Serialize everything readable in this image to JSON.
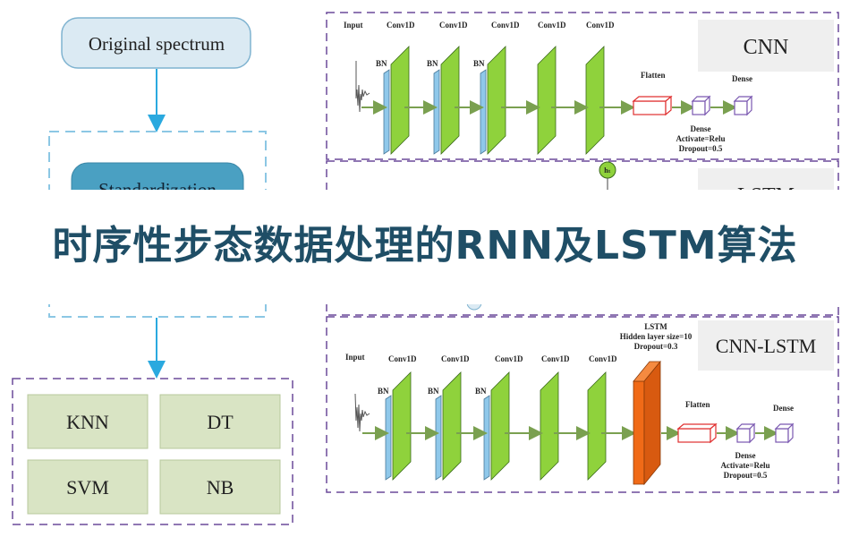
{
  "banner_title": "时序性步态数据处理的RNN及LSTM算法",
  "left_flow": {
    "original_spectrum": "Original spectrum",
    "standardization": "Standardization",
    "classifiers": [
      "KNN",
      "DT",
      "SVM",
      "NB"
    ]
  },
  "cnn_panel": {
    "label": "CNN",
    "input": "Input",
    "conv_labels": [
      "Conv1D",
      "Conv1D",
      "Conv1D",
      "Conv1D",
      "Conv1D"
    ],
    "bn_labels": [
      "BN",
      "BN",
      "BN"
    ],
    "flatten": "Flatten",
    "dense": "Dense",
    "dense_info": [
      "Dense",
      "Activate=Relu",
      "Dropout=0.5"
    ]
  },
  "lstm_panel": {
    "label": "LSTM",
    "hidden_state": "hₜ"
  },
  "cnn_lstm_panel": {
    "label": "CNN-LSTM",
    "input": "Input",
    "conv_labels": [
      "Conv1D",
      "Conv1D",
      "Conv1D",
      "Conv1D",
      "Conv1D"
    ],
    "bn_labels": [
      "BN",
      "BN",
      "BN"
    ],
    "lstm_info": [
      "LSTM",
      "Hidden layer size=10",
      "Dropout=0.3"
    ],
    "flatten": "Flatten",
    "dense": "Dense",
    "dense_info": [
      "Dense",
      "Activate=Relu",
      "Dropout=0.5"
    ]
  },
  "colors": {
    "arrow_blue": "#2aa9df",
    "dash_blue": "#8cc7e4",
    "dash_purple": "#6b4a9a",
    "box_light": "#dbeaf3",
    "box_teal": "#4aa0c2",
    "classifier_fill": "#d9e4c4",
    "conv_green": "#8fd23c",
    "bn_blue": "#8fc8ea",
    "lstm_orange": "#f06a17",
    "flatten_red": "#e03030",
    "dense_purple": "#7a58b0",
    "label_bg": "#efefef",
    "title_color": "#1f4e66"
  }
}
